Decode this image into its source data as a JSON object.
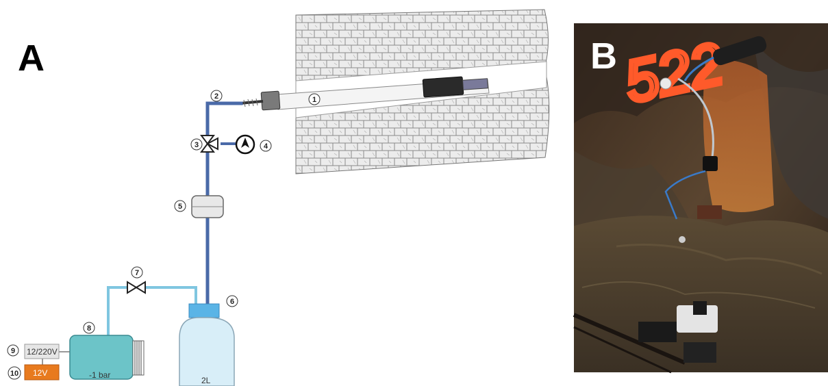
{
  "panels": {
    "a_label": "A",
    "b_label": "B"
  },
  "markers": {
    "m1": "1",
    "m2": "2",
    "m3": "3",
    "m4": "4",
    "m5": "5",
    "m6": "6",
    "m7": "7",
    "m8": "8",
    "m9": "9",
    "m10": "10"
  },
  "labels": {
    "power_supply": "12/220V",
    "battery": "12V",
    "pump": "-1 bar",
    "bottle": "2L"
  },
  "photo_text": "522",
  "colors": {
    "tube_dark": "#4a6aa8",
    "tube_light": "#7fc6e0",
    "pump": "#6cc4c8",
    "bottle": "#d8eef8",
    "bottle_cap": "#5ab4e6",
    "battery": "#e87a1e",
    "spray_paint": "#ff5a2a"
  }
}
